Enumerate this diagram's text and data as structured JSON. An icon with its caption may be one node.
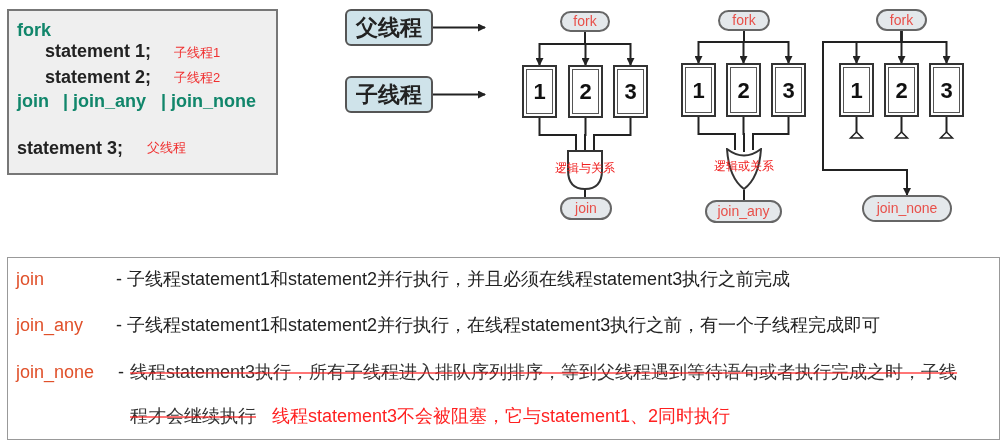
{
  "diagram": {
    "nodes": [
      {
        "text": [
          "fork",
          "statement 1;",
          "子线程1",
          "statement 2;",
          "子线程2",
          "join",
          "| join_any",
          "| join_none",
          "statement 3;",
          "父线程"
        ]
      },
      {
        "text": [
          "父线程"
        ]
      },
      {
        "text": [
          "子线程"
        ]
      },
      {
        "text": [
          "fork"
        ]
      },
      {
        "text": [
          "1"
        ]
      },
      {
        "text": [
          "2"
        ]
      },
      {
        "text": [
          "3"
        ]
      },
      {
        "text": [
          "逻辑与关系"
        ]
      },
      {
        "text": [
          "join"
        ]
      },
      {
        "text": [
          "fork"
        ]
      },
      {
        "text": [
          "1"
        ]
      },
      {
        "text": [
          "2"
        ]
      },
      {
        "text": [
          "3"
        ]
      },
      {
        "text": [
          "逻辑或关系"
        ]
      },
      {
        "text": [
          "join_any"
        ]
      },
      {
        "text": [
          "fork"
        ]
      },
      {
        "text": [
          "1"
        ]
      },
      {
        "text": [
          "2"
        ]
      },
      {
        "text": [
          "3"
        ]
      },
      {
        "text": [
          "join_none"
        ]
      },
      {
        "text": [
          "join",
          "- 子线程statement1和statement2并行执行，并且必须在线程statement3执行之前完成",
          "join_any",
          "- 子线程statement1和statement2并行执行，在线程statement3执行之前，有一个子线程完成即可",
          "join_none",
          "-",
          "线程statement3执行，所有子线程进入排队序列排序，等到父线程遇到等待语句或者执行完成之时，子线程才会继续执行",
          "线程statement3不会被阻塞，它与statement1、2同时执行"
        ]
      }
    ],
    "edges": [
      {
        "from": 1,
        "to": null,
        "arrow": "to"
      },
      {
        "from": 2,
        "to": null,
        "arrow": "to"
      },
      {
        "from": 3,
        "to": 4,
        "arrow": "to"
      },
      {
        "from": 3,
        "to": 5,
        "arrow": "to"
      },
      {
        "from": 3,
        "to": 6,
        "arrow": "to"
      },
      {
        "from": 4,
        "to": 7,
        "arrow": "none"
      },
      {
        "from": 5,
        "to": 7,
        "arrow": "none"
      },
      {
        "from": 6,
        "to": 7,
        "arrow": "none"
      },
      {
        "from": 7,
        "to": 8,
        "arrow": "none"
      },
      {
        "from": 9,
        "to": 10,
        "arrow": "to"
      },
      {
        "from": 9,
        "to": 11,
        "arrow": "to"
      },
      {
        "from": 9,
        "to": 12,
        "arrow": "to"
      },
      {
        "from": 10,
        "to": 13,
        "arrow": "none"
      },
      {
        "from": 11,
        "to": 13,
        "arrow": "none"
      },
      {
        "from": 12,
        "to": 13,
        "arrow": "none"
      },
      {
        "from": 13,
        "to": 14,
        "arrow": "none"
      },
      {
        "from": 15,
        "to": 16,
        "arrow": "to"
      },
      {
        "from": 15,
        "to": 17,
        "arrow": "to"
      },
      {
        "from": 15,
        "to": 18,
        "arrow": "to"
      },
      {
        "from": 15,
        "to": 19,
        "arrow": "to"
      }
    ]
  }
}
